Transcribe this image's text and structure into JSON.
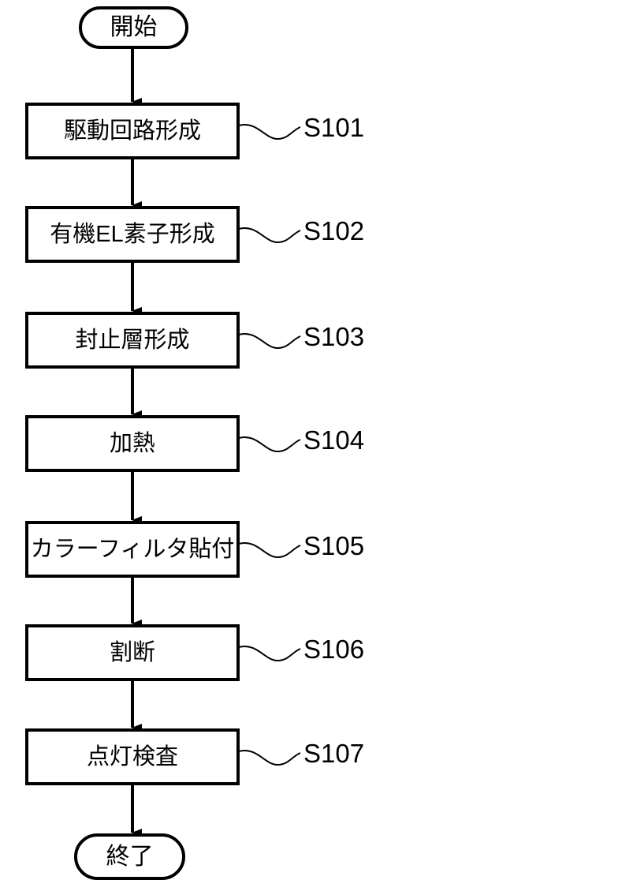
{
  "diagram": {
    "type": "flowchart",
    "orientation": "vertical",
    "language": "ja",
    "stroke_color": "#000000",
    "background_color": "#ffffff",
    "nodes": [
      {
        "id": "start",
        "shape": "stadium",
        "label": "開始",
        "step": ""
      },
      {
        "id": "s101",
        "shape": "rectangle",
        "label": "駆動回路形成",
        "step": "S101"
      },
      {
        "id": "s102",
        "shape": "rectangle",
        "label": "有機EL素子形成",
        "step": "S102"
      },
      {
        "id": "s103",
        "shape": "rectangle",
        "label": "封止層形成",
        "step": "S103"
      },
      {
        "id": "s104",
        "shape": "rectangle",
        "label": "加熱",
        "step": "S104"
      },
      {
        "id": "s105",
        "shape": "rectangle",
        "label": "カラーフィルタ貼付",
        "step": "S105"
      },
      {
        "id": "s106",
        "shape": "rectangle",
        "label": "割断",
        "step": "S106"
      },
      {
        "id": "s107",
        "shape": "rectangle",
        "label": "点灯検査",
        "step": "S107"
      },
      {
        "id": "end",
        "shape": "stadium",
        "label": "終了",
        "step": ""
      }
    ],
    "edges": [
      {
        "from": "start",
        "to": "s101",
        "arrow": "down"
      },
      {
        "from": "s101",
        "to": "s102",
        "arrow": "down"
      },
      {
        "from": "s102",
        "to": "s103",
        "arrow": "down"
      },
      {
        "from": "s103",
        "to": "s104",
        "arrow": "down"
      },
      {
        "from": "s104",
        "to": "s105",
        "arrow": "down"
      },
      {
        "from": "s105",
        "to": "s106",
        "arrow": "down"
      },
      {
        "from": "s106",
        "to": "s107",
        "arrow": "down"
      },
      {
        "from": "s107",
        "to": "end",
        "arrow": "down"
      }
    ]
  }
}
